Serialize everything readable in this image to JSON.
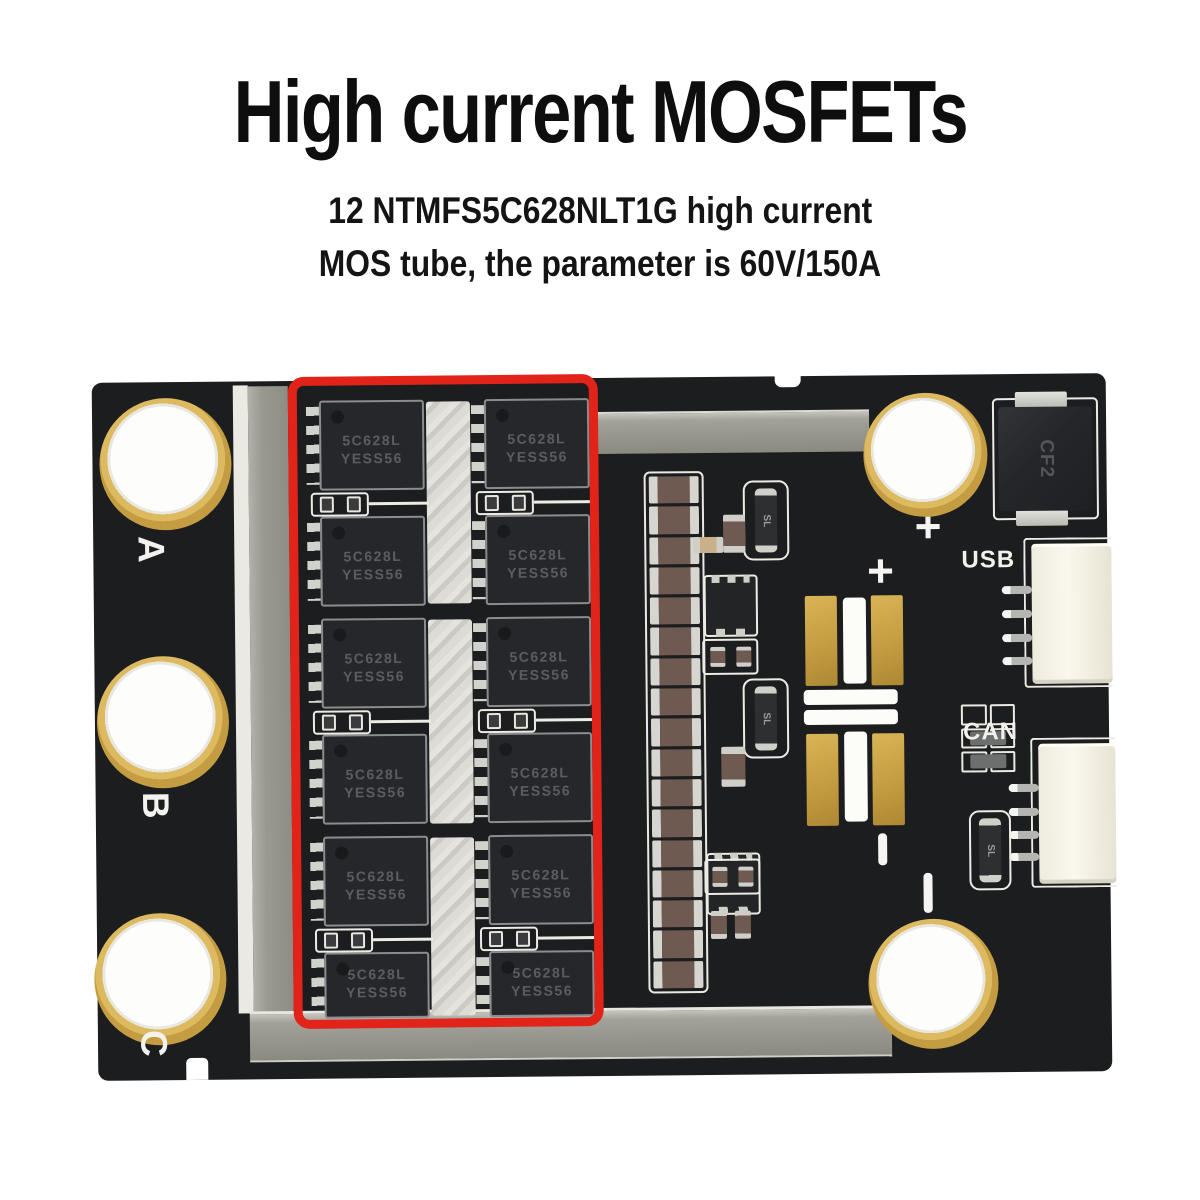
{
  "header": {
    "title": "High current MOSFETs",
    "subtitle_line1": "12 NTMFS5C628NLT1G high current",
    "subtitle_line2": "MOS tube, the parameter is 60V/150A"
  },
  "board": {
    "phase_labels": [
      "A",
      "B",
      "C"
    ],
    "mosfet_marking_line1": "5C628L",
    "mosfet_marking_line2": "YESS56",
    "usb_label": "USB",
    "can_label": "CAN",
    "power_diode_marking": "CF2",
    "small_diode_marking": "SL",
    "plus_mark": "+"
  },
  "colors": {
    "highlight_box_red": "#e1231a",
    "pcb_black": "#1c1d1f",
    "pad_gold": "#c49c42",
    "heatsink_gray": "#97968e",
    "solder_silver": "#d8d7d1",
    "silkscreen_white": "#f0efe9"
  }
}
